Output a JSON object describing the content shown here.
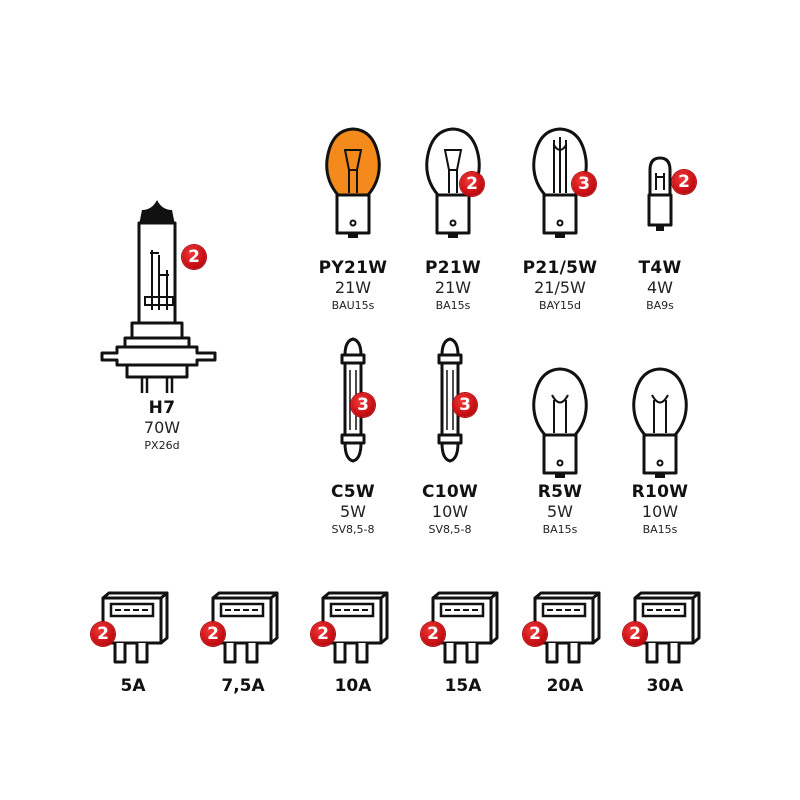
{
  "colors": {
    "amber": "#f48a1c",
    "badge_red": "#d4141a",
    "outline": "#111111"
  },
  "bulbs": [
    {
      "id": "h7",
      "name": "H7",
      "watt": "70W",
      "base": "PX26d",
      "qty": "2",
      "icon": "h7-halogen-bulb-icon"
    },
    {
      "id": "py21w",
      "name": "PY21W",
      "watt": "21W",
      "base": "BAU15s",
      "qty": "",
      "icon": "amber-indicator-bulb-icon"
    },
    {
      "id": "p21w",
      "name": "P21W",
      "watt": "21W",
      "base": "BA15s",
      "qty": "2",
      "icon": "single-filament-bulb-icon"
    },
    {
      "id": "p21-5w",
      "name": "P21/5W",
      "watt": "21/5W",
      "base": "BAY15d",
      "qty": "3",
      "icon": "dual-filament-bulb-icon"
    },
    {
      "id": "t4w",
      "name": "T4W",
      "watt": "4W",
      "base": "BA9s",
      "qty": "2",
      "icon": "small-bulb-icon"
    },
    {
      "id": "c5w",
      "name": "C5W",
      "watt": "5W",
      "base": "SV8,5-8",
      "qty": "3",
      "icon": "festoon-bulb-icon"
    },
    {
      "id": "c10w",
      "name": "C10W",
      "watt": "10W",
      "base": "SV8,5-8",
      "qty": "3",
      "icon": "festoon-bulb-icon"
    },
    {
      "id": "r5w",
      "name": "R5W",
      "watt": "5W",
      "base": "BA15s",
      "qty": "",
      "icon": "round-bulb-icon"
    },
    {
      "id": "r10w",
      "name": "R10W",
      "watt": "10W",
      "base": "BA15s",
      "qty": "",
      "icon": "round-bulb-icon"
    }
  ],
  "fuses": [
    {
      "label": "5A",
      "qty": "2"
    },
    {
      "label": "7,5A",
      "qty": "2"
    },
    {
      "label": "10A",
      "qty": "2"
    },
    {
      "label": "15A",
      "qty": "2"
    },
    {
      "label": "20A",
      "qty": "2"
    },
    {
      "label": "30A",
      "qty": "2"
    }
  ]
}
